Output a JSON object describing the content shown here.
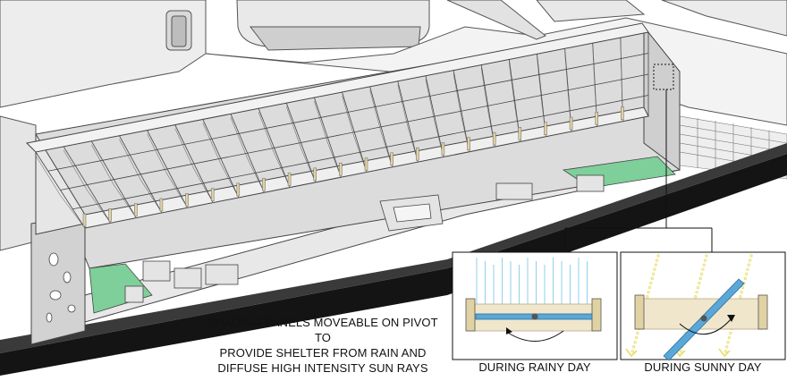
{
  "caption": {
    "line1": "SHADING PANELS MOVEABLE ON PIVOT TO",
    "line2": "PROVIDE SHELTER FROM RAIN AND",
    "line3": "DIFFUSE HIGH INTENSITY SUN RAYS"
  },
  "details": {
    "rainy_label": "DURING RAINY DAY",
    "sunny_label": "DURING SUNNY DAY"
  },
  "colors": {
    "green_floor": "#7fcf9a",
    "panel_blue": "#5aa8d8",
    "rain_line": "#8fd0e8",
    "sun_ray": "#e8dd6a",
    "frame_beige": "#efe6cc",
    "ground_black": "#141414"
  }
}
